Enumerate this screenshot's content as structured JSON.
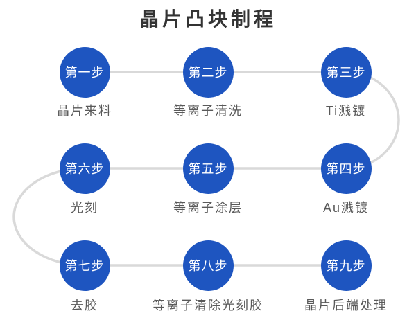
{
  "title": "晶片凸块制程",
  "colors": {
    "circle_blue": "#1e55c0",
    "connector_gray": "#d9d9d9",
    "label_gray": "#595959",
    "title_color": "#333333",
    "background": "#ffffff"
  },
  "steps": [
    {
      "order": 1,
      "step_label": "第一步",
      "name": "晶片来料"
    },
    {
      "order": 2,
      "step_label": "第二步",
      "name": "等离子清洗"
    },
    {
      "order": 3,
      "step_label": "第三步",
      "name": "Ti溅镀"
    },
    {
      "order": 4,
      "step_label": "第四步",
      "name": "Au溅镀"
    },
    {
      "order": 5,
      "step_label": "第五步",
      "name": "等离子涂层"
    },
    {
      "order": 6,
      "step_label": "第六步",
      "name": "光刻"
    },
    {
      "order": 7,
      "step_label": "第七步",
      "name": "去胶"
    },
    {
      "order": 8,
      "step_label": "第八步",
      "name": "等离子清除光刻胶"
    },
    {
      "order": 9,
      "step_label": "第九步",
      "name": "晶片后端处理"
    }
  ]
}
